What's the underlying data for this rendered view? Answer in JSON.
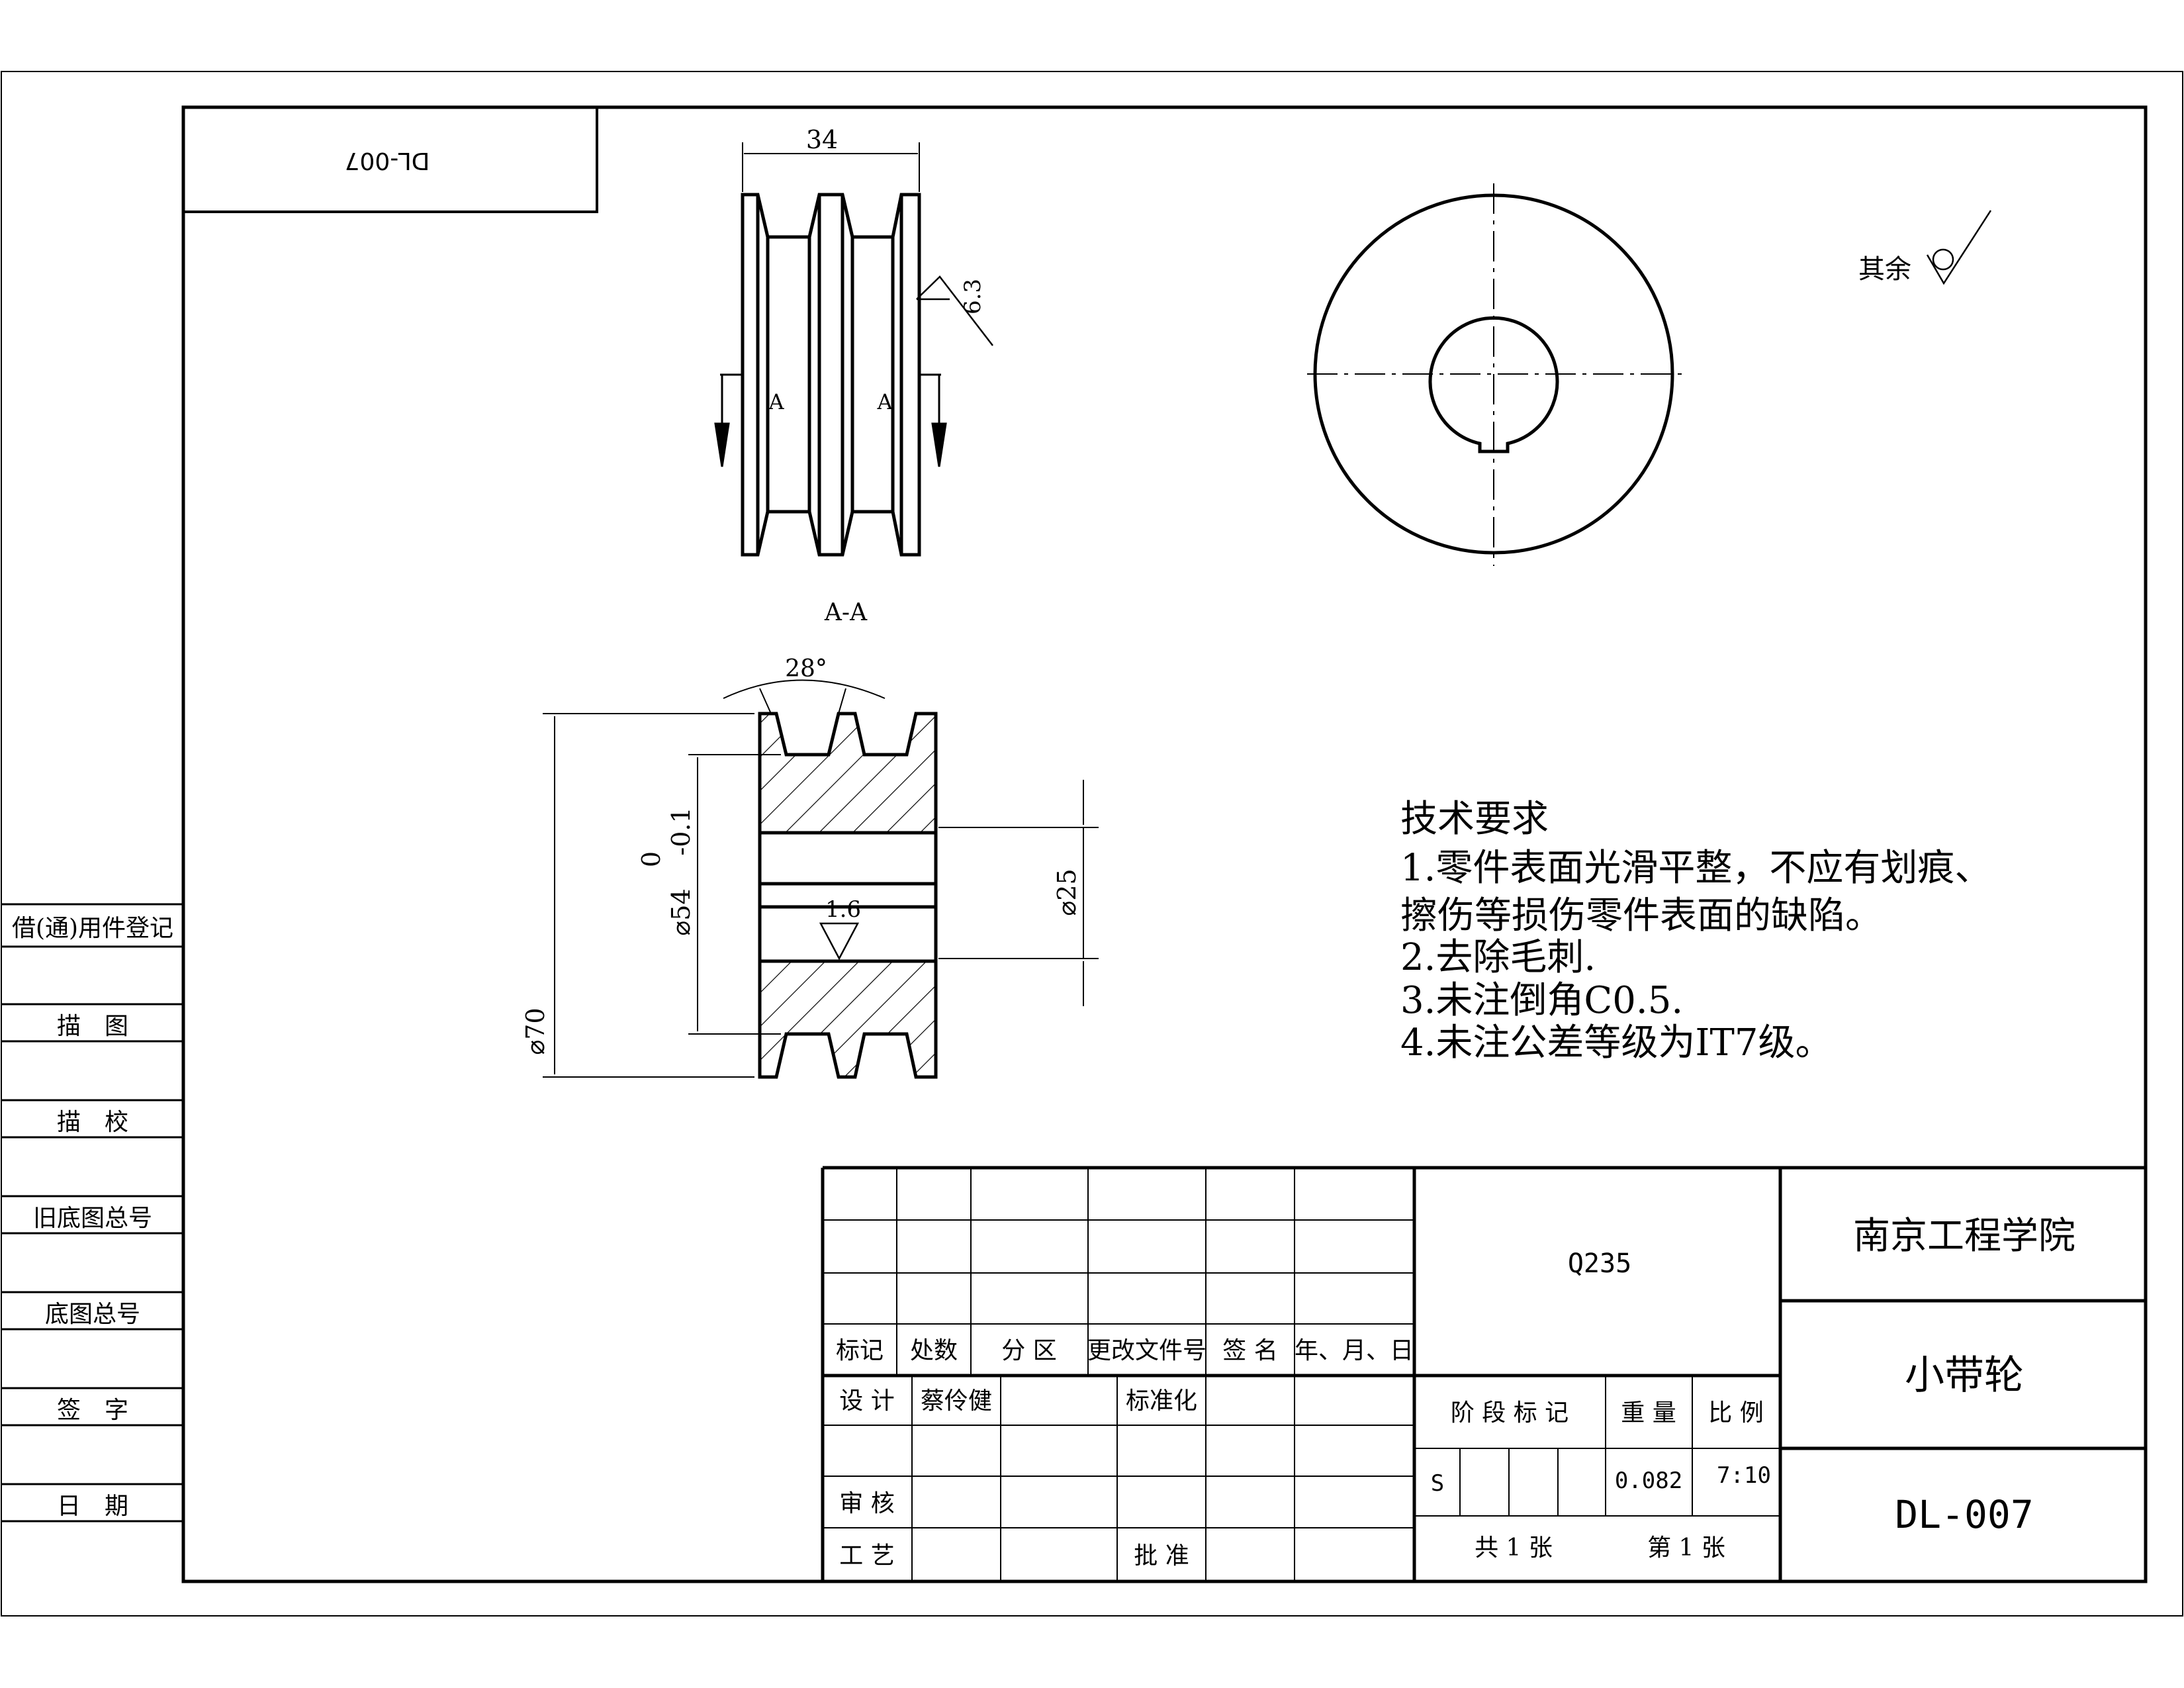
{
  "drawing": {
    "code_stamp": "DL-007",
    "upper_view": {
      "width_dim": "34",
      "roughness_value": "6.3",
      "section_mark": "A"
    },
    "section_view": {
      "label": "A-A",
      "groove_angle": "28°",
      "outer_dia": "⌀70",
      "groove_dia": "⌀54",
      "groove_tol_upper": "0",
      "groove_tol_lower": "-0.1",
      "bore_dia": "⌀25",
      "roughness_value": "1.6"
    },
    "surface_note": "其余"
  },
  "technical_requirements": {
    "title": "技术要求",
    "lines": [
      "1.零件表面光滑平整，不应有划痕、",
      "擦伤等损伤零件表面的缺陷。",
      "2.去除毛刺.",
      "3.未注倒角C0.5.",
      "4.未注公差等级为IT7级。"
    ]
  },
  "side_register": {
    "labels": [
      "借(通)用件登记",
      "描　图",
      "描　校",
      "旧底图总号",
      "底图总号",
      "签　字",
      "日　期"
    ]
  },
  "title_block": {
    "revision_headers": [
      "标记",
      "处数",
      "分 区",
      "更改文件号",
      "签 名",
      "年、月、日"
    ],
    "design_label": "设 计",
    "designer": "蔡伶健",
    "standardization_label": "标准化",
    "review_label": "审 核",
    "process_label": "工 艺",
    "approve_label": "批 准",
    "material": "Q235",
    "stage_label": "阶 段 标 记",
    "weight_label": "重 量",
    "scale_label": "比 例",
    "stage_value": "S",
    "weight_value": "0.082",
    "scale_value": "7:10",
    "sheets_total": "共  1  张",
    "sheet_number": "第  1  张",
    "institution": "南京工程学院",
    "part_name": "小带轮",
    "drawing_number": "DL-007"
  }
}
